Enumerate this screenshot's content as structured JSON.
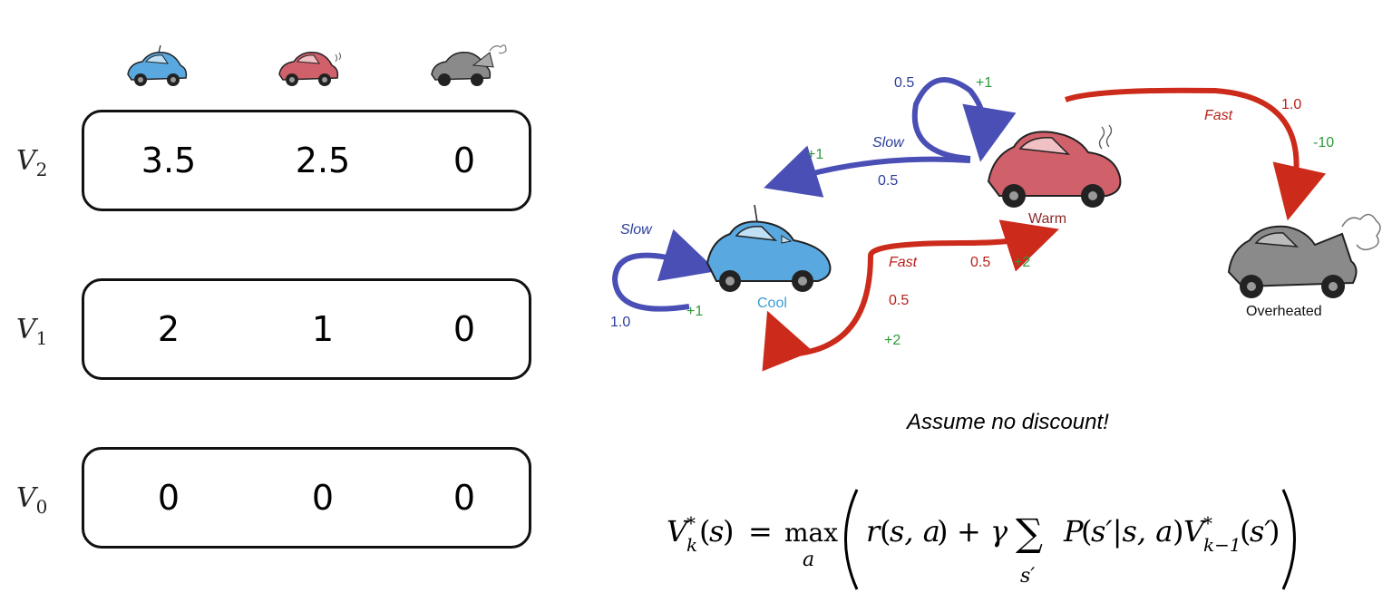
{
  "table": {
    "rows": [
      {
        "label_base": "V",
        "label_sub": "2",
        "values": [
          "3.5",
          "2.5",
          "0"
        ]
      },
      {
        "label_base": "V",
        "label_sub": "1",
        "values": [
          "2",
          "1",
          "0"
        ]
      },
      {
        "label_base": "V",
        "label_sub": "0",
        "values": [
          "0",
          "0",
          "0"
        ]
      }
    ],
    "header_icons": [
      "cool-car-icon",
      "warm-car-icon",
      "overheated-car-icon"
    ]
  },
  "diagram": {
    "states": {
      "cool": "Cool",
      "warm": "Warm",
      "overheated": "Overheated"
    },
    "actions": {
      "slow": "Slow",
      "fast": "Fast"
    },
    "transitions": {
      "cool_slow_self": {
        "action": "Slow",
        "prob": "1.0",
        "reward": "+1"
      },
      "warm_slow_self": {
        "prob": "0.5",
        "reward": "+1"
      },
      "warm_slow_to_cool": {
        "action": "Slow",
        "prob": "0.5",
        "reward": "+1"
      },
      "cool_fast_to_warm": {
        "action": "Fast",
        "prob": "0.5",
        "reward": "+2"
      },
      "cool_fast_self": {
        "prob": "0.5",
        "reward": "+2"
      },
      "warm_fast_to_overheated": {
        "action": "Fast",
        "prob": "1.0",
        "reward": "-10"
      }
    },
    "colors": {
      "slow": "#4a4fb5",
      "fast": "#cc2a1a",
      "cool_label": "#3a9fd0",
      "warm_label": "#8a2a2a"
    }
  },
  "note": "Assume no discount!",
  "formula": "V*_k(s) = max_a ( r(s,a) + γ Σ_s' P(s'|s,a) V*_{k-1}(s') )"
}
